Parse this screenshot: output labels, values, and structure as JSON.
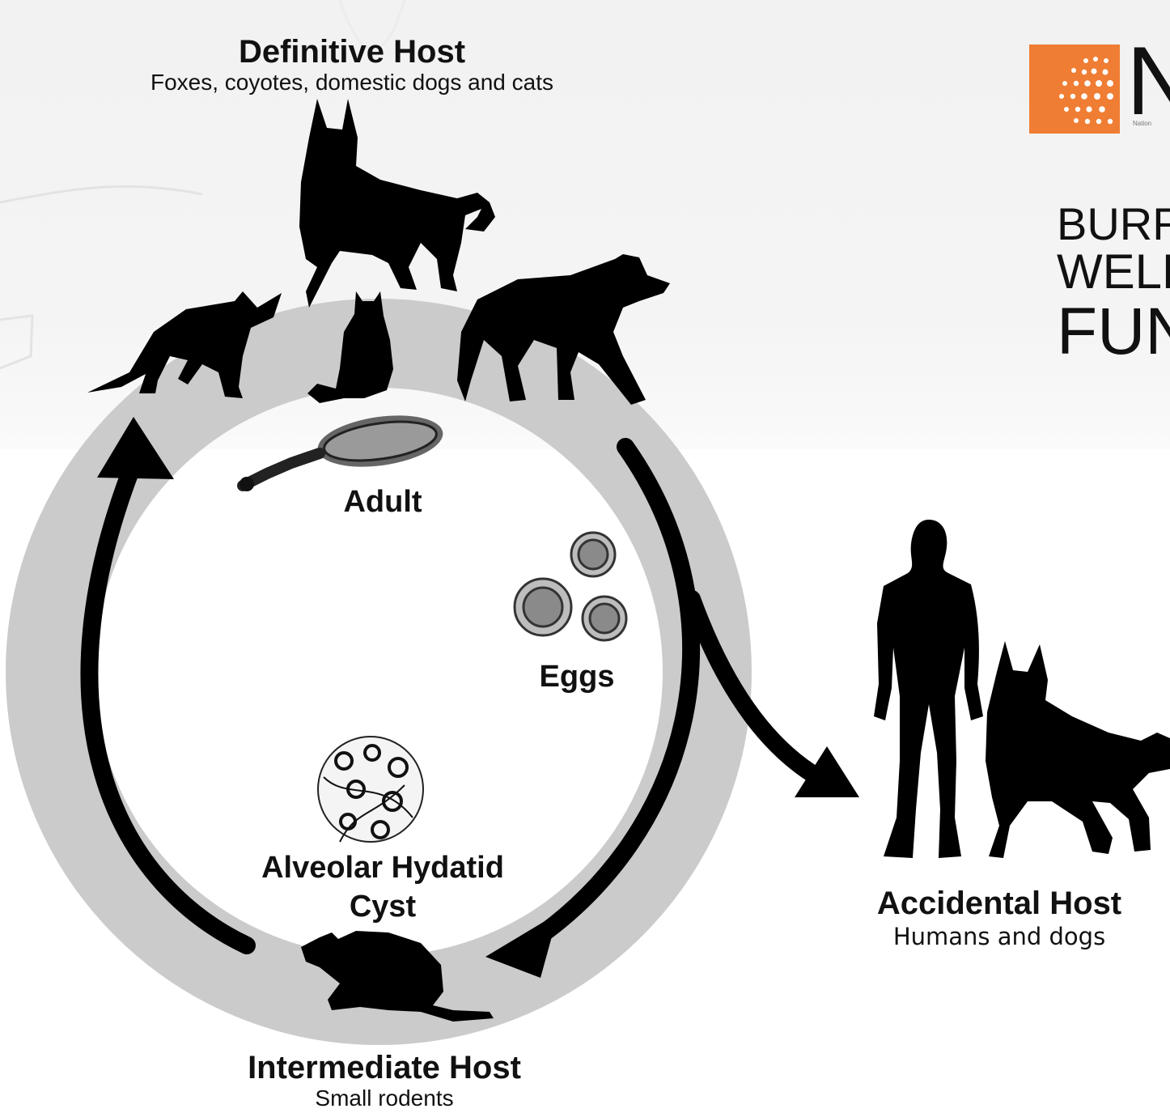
{
  "definitive_host": {
    "title": "Definitive Host",
    "subtitle": "Foxes, coyotes, domestic dogs and cats"
  },
  "stages": {
    "adult": "Adult",
    "eggs": "Eggs",
    "cyst_line1": "Alveolar Hydatid",
    "cyst_line2": "Cyst"
  },
  "intermediate_host": {
    "title": "Intermediate Host",
    "subtitle": "Small rodents"
  },
  "accidental_host": {
    "title": "Accidental Host",
    "subtitle": "Humans and dogs"
  },
  "brand": {
    "logo_letter": "N",
    "logo_tagline": "Nation",
    "line1": "BURR",
    "line2": "WELL",
    "line3": "FUN",
    "accent_color": "#ef7d33"
  },
  "icons": [
    "dog-icon",
    "fox-icon",
    "cat-icon",
    "coyote-icon",
    "tapeworm-icon",
    "egg-icon",
    "cyst-icon",
    "rodent-icon",
    "human-icon"
  ]
}
